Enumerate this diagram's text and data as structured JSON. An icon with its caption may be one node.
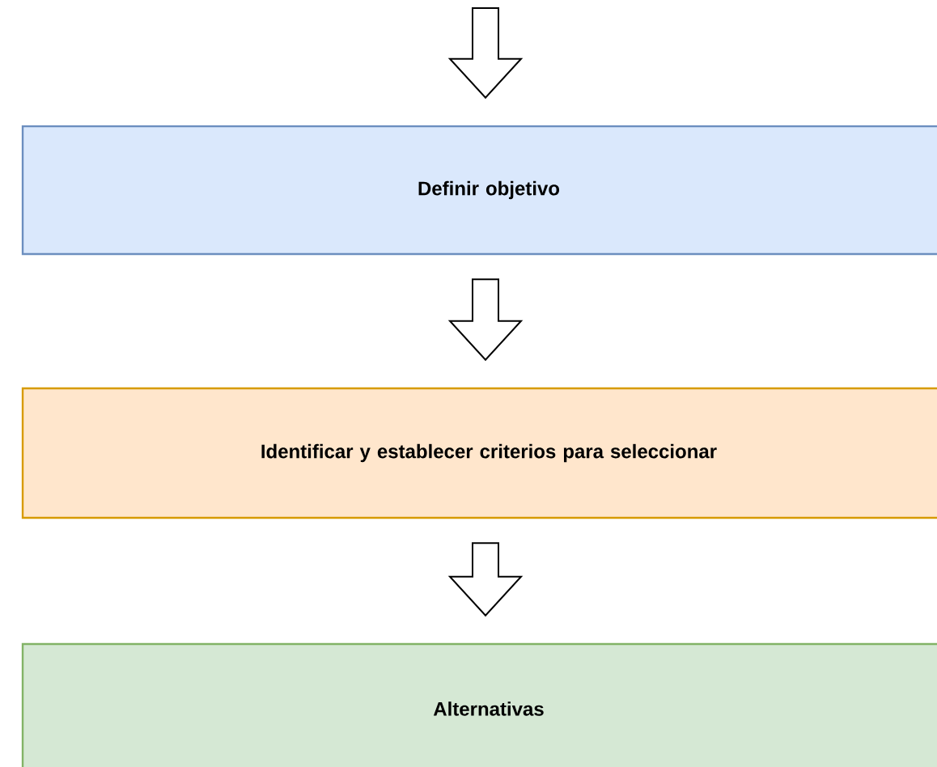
{
  "diagram": {
    "nodes": [
      {
        "text": [
          "Definir objetivo"
        ]
      },
      {
        "text": [
          "Identificar y establecer criterios para seleccionar"
        ]
      },
      {
        "text": [
          "Alternativas"
        ]
      }
    ],
    "edges": [
      {
        "from": null,
        "to": 0,
        "arrow": "to"
      },
      {
        "from": 0,
        "to": 1,
        "arrow": "to"
      },
      {
        "from": 1,
        "to": 2,
        "arrow": "to"
      }
    ]
  }
}
